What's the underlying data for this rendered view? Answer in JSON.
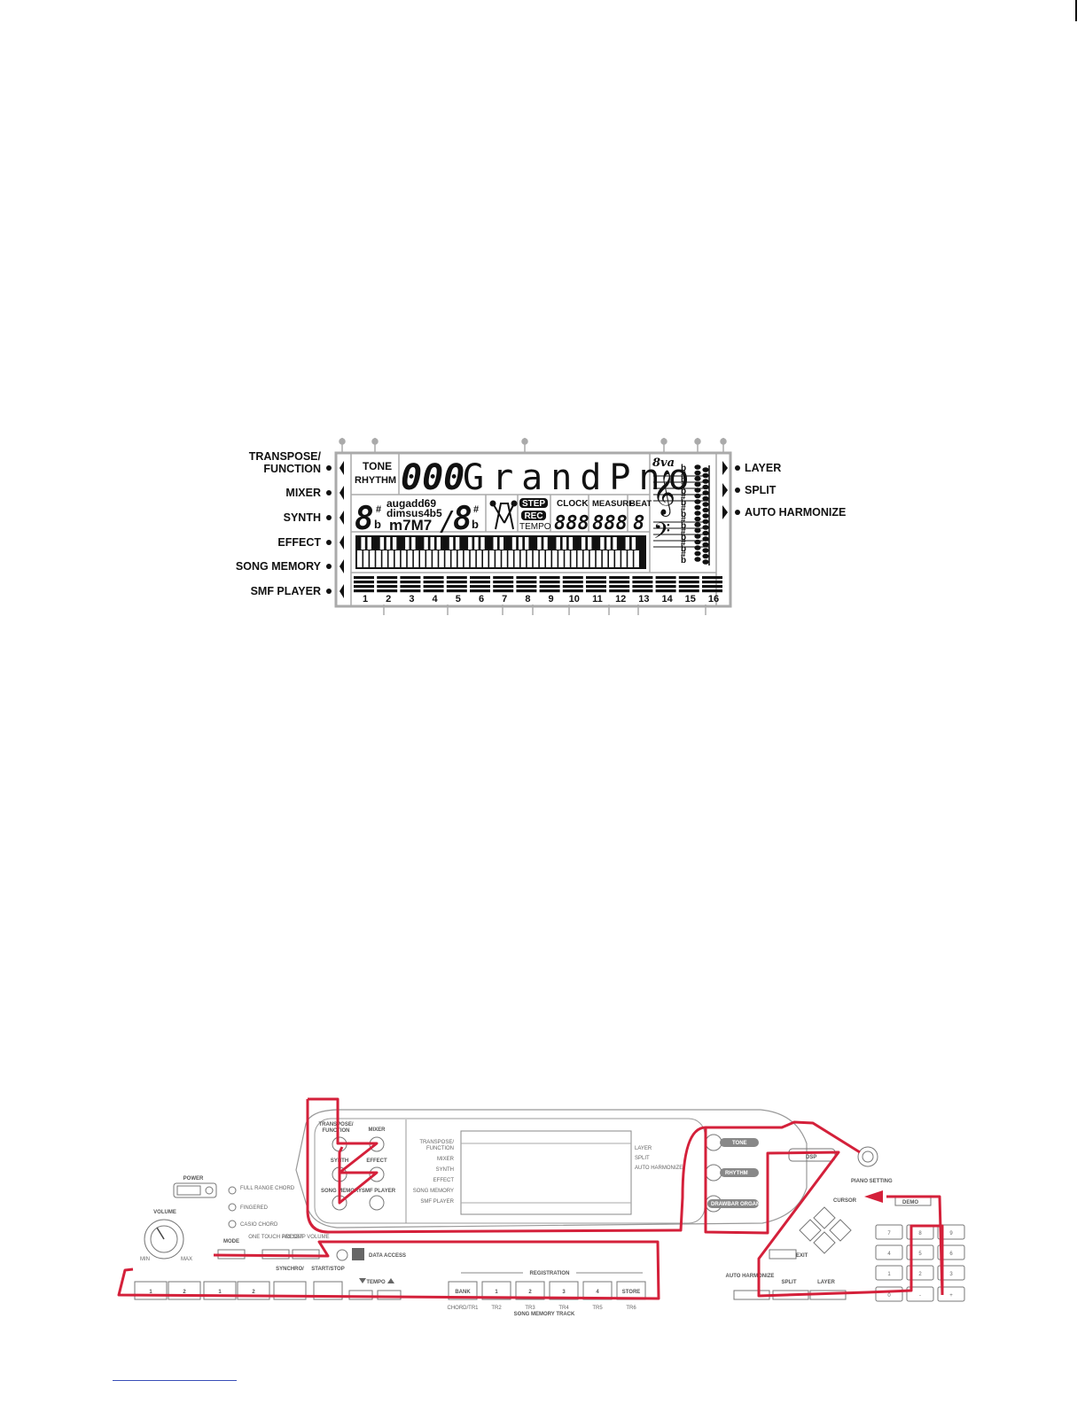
{
  "lcd": {
    "left_labels": [
      "TRANSPOSE/",
      "FUNCTION",
      "MIXER",
      "SYNTH",
      "EFFECT",
      "SONG MEMORY",
      "SMF PLAYER"
    ],
    "right_labels": [
      "LAYER",
      "SPLIT",
      "AUTO HARMONIZE"
    ],
    "tone_label": "TONE",
    "rhythm_label": "RHYTHM",
    "number_display": "000",
    "name_display": "GrandPno",
    "chord_root_digit": "8",
    "chord_bass_digit": "8",
    "chord_line1": "augadd69",
    "chord_line2": "dimsus4b5",
    "chord_line3": "m7M7",
    "chord_slash": "/",
    "sharp": "#",
    "flat": "b",
    "step_label": "STEP",
    "rec_label": "REC",
    "tempo_label": "TEMPO",
    "clock_label": "CLOCK",
    "clock_digits": "888",
    "measure_label": "MEASURE",
    "measure_digits": "888",
    "beat_label": "BEAT",
    "beat_digit": "8",
    "octave_label": "8va",
    "channels": [
      "1",
      "2",
      "3",
      "4",
      "5",
      "6",
      "7",
      "8",
      "9",
      "10",
      "11",
      "12",
      "13",
      "14",
      "15",
      "16"
    ]
  },
  "panel": {
    "left_buttons": [
      "TRANSPOSE/\nFUNCTION",
      "MIXER",
      "SYNTH",
      "EFFECT",
      "SONG MEMORY",
      "SMF PLAYER"
    ],
    "display_left_labels": [
      "TRANSPOSE/",
      "FUNCTION",
      "MIXER",
      "SYNTH",
      "EFFECT",
      "SONG MEMORY",
      "SMF PLAYER"
    ],
    "display_right_labels": [
      "LAYER",
      "SPLIT",
      "AUTO HARMONIZE"
    ],
    "right_pills": [
      "TONE",
      "RHYTHM",
      "DRAWBAR ORGAN"
    ],
    "power": "POWER",
    "mode_leds": [
      "FULL RANGE CHORD",
      "FINGERED",
      "CASIO CHORD"
    ],
    "volume": "VOLUME",
    "vol_min": "MIN",
    "vol_max": "MAX",
    "mode": "MODE",
    "one_touch": "ONE TOUCH PRESET",
    "accomp": "ACCOMP VOLUME",
    "data_access": "DATA ACCESS",
    "tempo": "TEMPO",
    "registration": "REGISTRATION",
    "song_memory_track": "SONG MEMORY TRACK",
    "start_stop": "START/STOP",
    "synchro": "SYNCHRO/",
    "bottom_keys": [
      "1",
      "2",
      "1",
      "2"
    ],
    "reg_buttons": [
      "BANK",
      "1",
      "2",
      "3",
      "4",
      "STORE"
    ],
    "reg_sublabels": [
      "CHORD/TR1",
      "TR2",
      "TR3",
      "TR4",
      "TR5",
      "TR6"
    ],
    "dsp": "DSP",
    "piano_setting": "PIANO SETTING",
    "cursor": "CURSOR",
    "demo": "DEMO",
    "exit": "EXIT",
    "auto_harmonize": "AUTO HARMONIZE",
    "split": "SPLIT",
    "layer": "LAYER",
    "keypad": [
      "7",
      "8",
      "9",
      "4",
      "5",
      "6",
      "1",
      "2",
      "3",
      "0",
      "-",
      "+"
    ]
  },
  "colors": {
    "highlight": "#d4203a",
    "outline": "#999999"
  }
}
